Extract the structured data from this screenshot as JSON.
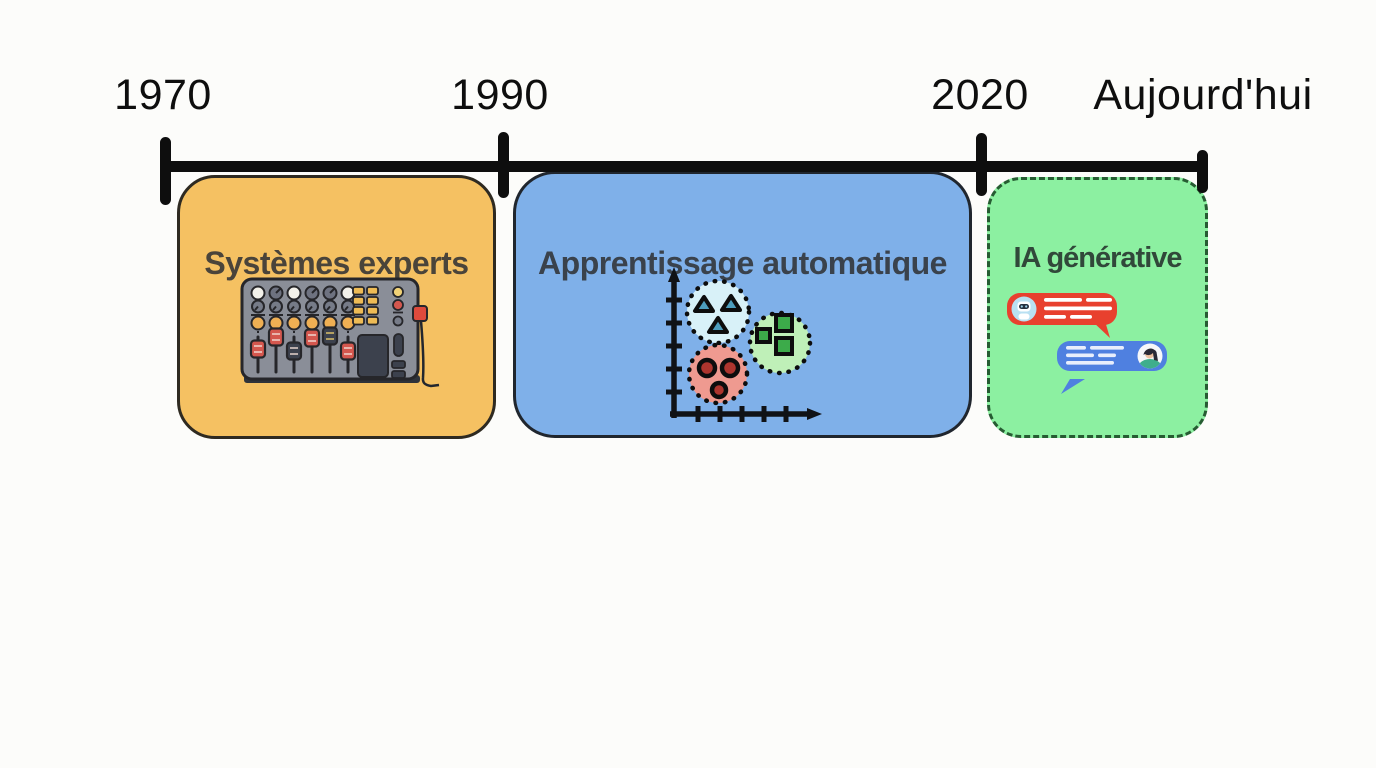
{
  "background_color": "#fcfcfa",
  "timeline": {
    "bar_color": "#0e0e0e",
    "markers": [
      {
        "label": "1970"
      },
      {
        "label": "1990"
      },
      {
        "label": "2020"
      },
      {
        "label": "Aujourd'hui"
      }
    ]
  },
  "eras": [
    {
      "title": "Systèmes experts",
      "icon": "mixer-console-icon",
      "fill_color": "#f5c162",
      "border_color": "#2e2a21",
      "border_style": "solid",
      "title_color": "#4a443a"
    },
    {
      "title": "Apprentissage automatique",
      "icon": "cluster-scatter-icon",
      "fill_color": "#7fb0e9",
      "border_color": "#20262e",
      "border_style": "solid",
      "title_color": "#3a424c"
    },
    {
      "title": "IA générative",
      "icon": "chat-bubbles-icon",
      "fill_color": "#8cf0a1",
      "border_color": "#265c32",
      "border_style": "dashed",
      "title_color": "#31483a"
    }
  ]
}
